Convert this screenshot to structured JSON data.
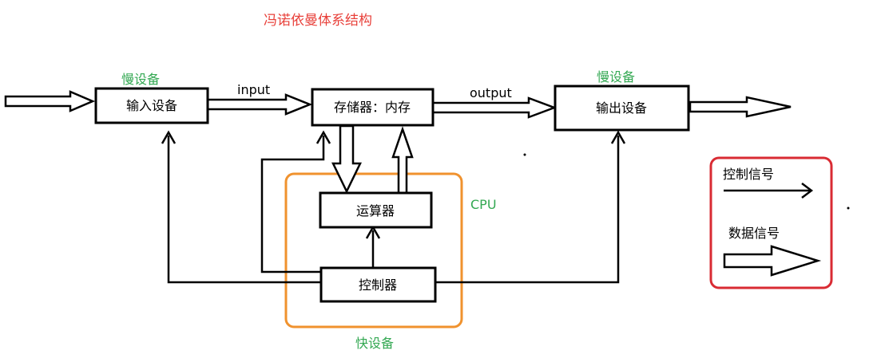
{
  "title": "冯诺依曼体系结构",
  "nodes": {
    "input_device": "输入设备",
    "memory": "存储器：内存",
    "output_device": "输出设备",
    "alu": "运算器",
    "controller": "控制器"
  },
  "labels": {
    "slow_device_left": "慢设备",
    "slow_device_right": "慢设备",
    "input": "input",
    "output": "output",
    "cpu": "CPU",
    "fast_device": "快设备"
  },
  "legend": {
    "control_signal": "控制信号",
    "data_signal": "数据信号"
  },
  "colors": {
    "title": "#e8403a",
    "annotation": "#33a852",
    "cpu_border": "#f0922e",
    "legend_border": "#d92b33"
  }
}
